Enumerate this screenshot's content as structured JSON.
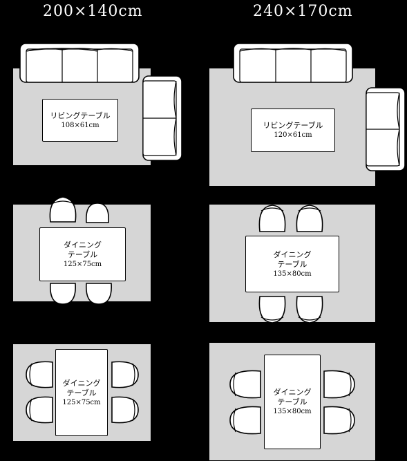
{
  "headers": {
    "left": "200×140cm",
    "right": "240×170cm"
  },
  "tables": {
    "living_small": {
      "name": "リビングテーブル",
      "size": "108×61cm"
    },
    "living_large": {
      "name": "リビングテーブル",
      "size": "120×61cm"
    },
    "dining_small_a": {
      "name": "ダイニング\nテーブル",
      "size": "125×75cm"
    },
    "dining_large_a": {
      "name": "ダイニング\nテーブル",
      "size": "135×80cm"
    },
    "dining_small_b": {
      "name": "ダイニング\nテーブル",
      "size": "125×75cm"
    },
    "dining_large_b": {
      "name": "ダイニング\nテーブル",
      "size": "135×80cm"
    }
  }
}
